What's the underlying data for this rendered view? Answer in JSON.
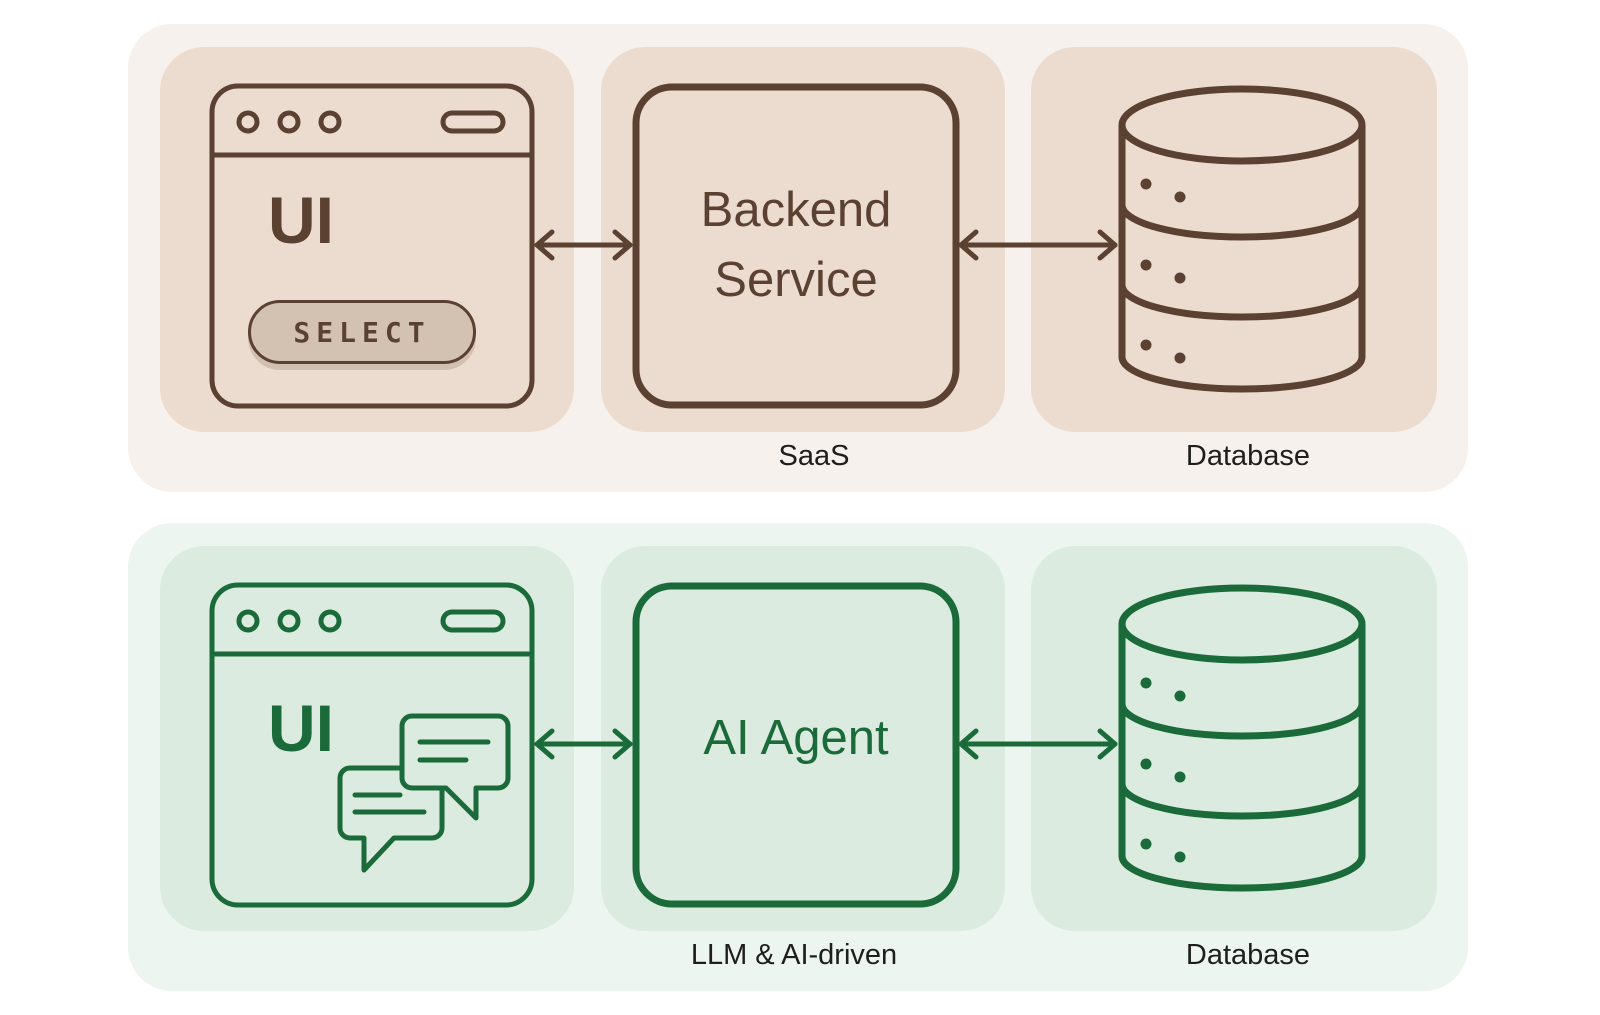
{
  "colors": {
    "saas_stroke": "#5b4132",
    "saas_card": "#ecdccf",
    "saas_band": "#f7f1ed",
    "ai_stroke": "#1b6b3a",
    "ai_card": "#dbebe0",
    "ai_band": "#edf5f0"
  },
  "saas_row": {
    "ui_label": "UI",
    "select_button": "SELECT",
    "backend_label_line1": "Backend",
    "backend_label_line2": "Service",
    "caption_middle": "SaaS",
    "caption_right": "Database"
  },
  "ai_row": {
    "ui_label": "UI",
    "agent_label": "AI Agent",
    "caption_middle": "LLM & AI-driven",
    "caption_right": "Database"
  },
  "icons": [
    "browser-window-icon",
    "chat-bubbles-icon",
    "database-icon",
    "bidirectional-arrow-icon"
  ]
}
